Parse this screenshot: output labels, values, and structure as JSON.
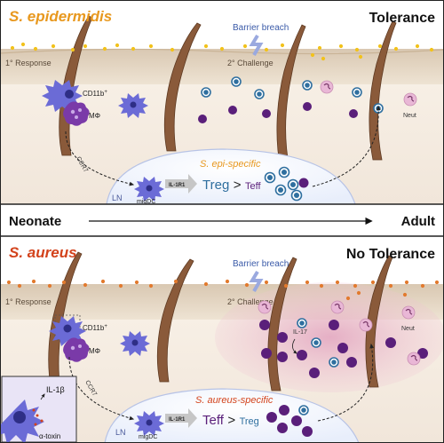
{
  "top_panel": {
    "title": "S. epidermidis",
    "outcome": "Tolerance",
    "barrier_label": "Barrier breach",
    "response_label": "1° Response",
    "challenge_label": "2° Challenge",
    "cd11b_label": "CD11b",
    "cd11b_sup": "+",
    "macrophage_label": "MΦ",
    "ccr7_label": "CCR7",
    "ln_label": "LN",
    "migdc_label": "migDC",
    "il1r1_label": "IL-1R1",
    "specific_label": "S. epi-specific",
    "ratio_major": "Treg",
    "ratio_sign": ">",
    "ratio_minor": "Teff",
    "neut_label": "Neut"
  },
  "timeline": {
    "start": "Neonate",
    "end": "Adult"
  },
  "bottom_panel": {
    "title": "S. aureus",
    "outcome": "No Tolerance",
    "barrier_label": "Barrier breach",
    "response_label": "1° Response",
    "challenge_label": "2° Challenge",
    "cd11b_label": "CD11b",
    "cd11b_sup": "+",
    "macrophage_label": "MΦ",
    "ccr7_label": "CCR7",
    "ln_label": "LN",
    "migdc_label": "migDC",
    "il1r1_label": "IL-1R1",
    "specific_label": "S. aureus-specific",
    "ratio_major": "Teff",
    "ratio_sign": ">",
    "ratio_minor": "Treg",
    "neut_label": "Neut",
    "il17_label": "IL-17",
    "inset_il1b": "IL-1β",
    "inset_toxin": "α-toxin"
  },
  "colors": {
    "epi_title": "#e8981e",
    "aureus_title": "#d3431c",
    "epi_bacteria": "#f2c21b",
    "aureus_bacteria": "#e27a2e",
    "treg": "#2f6f9f",
    "teff": "#5a1f7a",
    "dc": "#6b6bd6",
    "neut": "#e9b7d6"
  }
}
